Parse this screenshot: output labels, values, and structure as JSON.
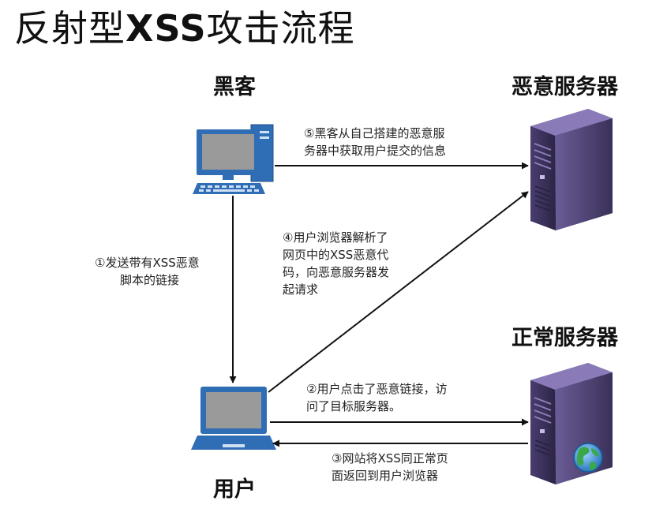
{
  "title": {
    "prefix": "反射型",
    "highlight": "XSS",
    "suffix": "攻击流程"
  },
  "nodes": {
    "hacker": "黑客",
    "user": "用户",
    "evil_server": "恶意服务器",
    "normal_server": "正常服务器"
  },
  "steps": {
    "step1_line1": "①发送带有XSS恶意",
    "step1_line2": "脚本的链接",
    "step2_line1": "②用户点击了恶意链接，访",
    "step2_line2": "问了目标服务器。",
    "step3_line1": "③网站将XSS同正常页",
    "step3_line2": "面返回到用户浏览器",
    "step4_line1": "④用户浏览器解析了",
    "step4_line2": "网页中的XSS恶意代",
    "step4_line3": "码，向恶意服务器发",
    "step4_line4": "起请求",
    "step5_line1": "⑤黑客从自己搭建的恶意服",
    "step5_line2": "务器中获取用户提交的信息"
  },
  "colors": {
    "monitor_frame": "#2f6db5",
    "screen": "#9a9a9a",
    "server_body": "#3a3158",
    "server_face": "#5a4b86",
    "globe": "#3a8fd0",
    "arrow": "#111111"
  },
  "icons": [
    "desktop-computer-icon",
    "laptop-icon",
    "server-icon",
    "globe-icon"
  ]
}
